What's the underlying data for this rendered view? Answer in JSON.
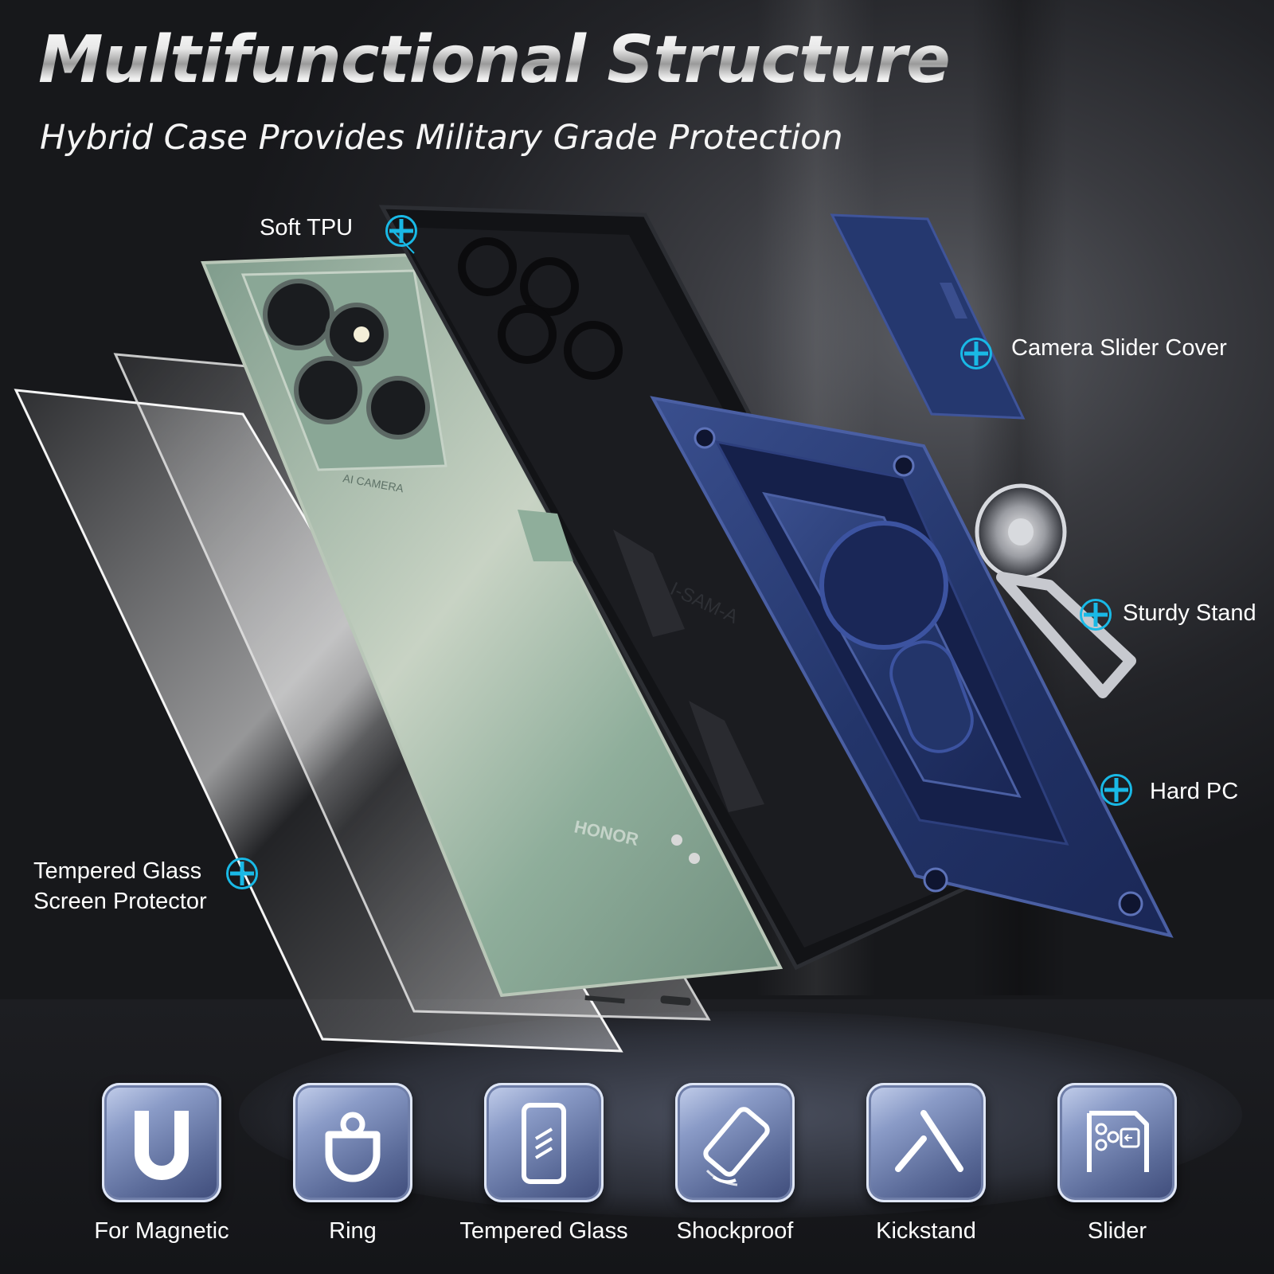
{
  "headline": "Multifunctional Structure",
  "subheadline": "Hybrid Case Provides Military Grade Protection",
  "callouts": {
    "soft_tpu": "Soft TPU",
    "camera_slider_cover": "Camera Slider Cover",
    "sturdy_stand": "Sturdy Stand",
    "hard_pc": "Hard PC",
    "tempered_glass_line1": "Tempered Glass",
    "tempered_glass_line2": "Screen Protector"
  },
  "phone": {
    "brand_mark": "HONOR",
    "camera_text": "AI CAMERA",
    "case_emboss": "I-SAM-A"
  },
  "features": [
    {
      "label": "For Magnetic",
      "icon": "magnet-icon"
    },
    {
      "label": "Ring",
      "icon": "ring-icon"
    },
    {
      "label": "Tempered Glass",
      "icon": "tempered-glass-icon"
    },
    {
      "label": "Shockproof",
      "icon": "shockproof-icon"
    },
    {
      "label": "Kickstand",
      "icon": "kickstand-icon"
    },
    {
      "label": "Slider",
      "icon": "slider-icon"
    }
  ],
  "colors": {
    "accent": "#19b9e6",
    "phone_green": "#8fae9b",
    "case_black": "#121316",
    "pc_blue": "#24356b"
  }
}
